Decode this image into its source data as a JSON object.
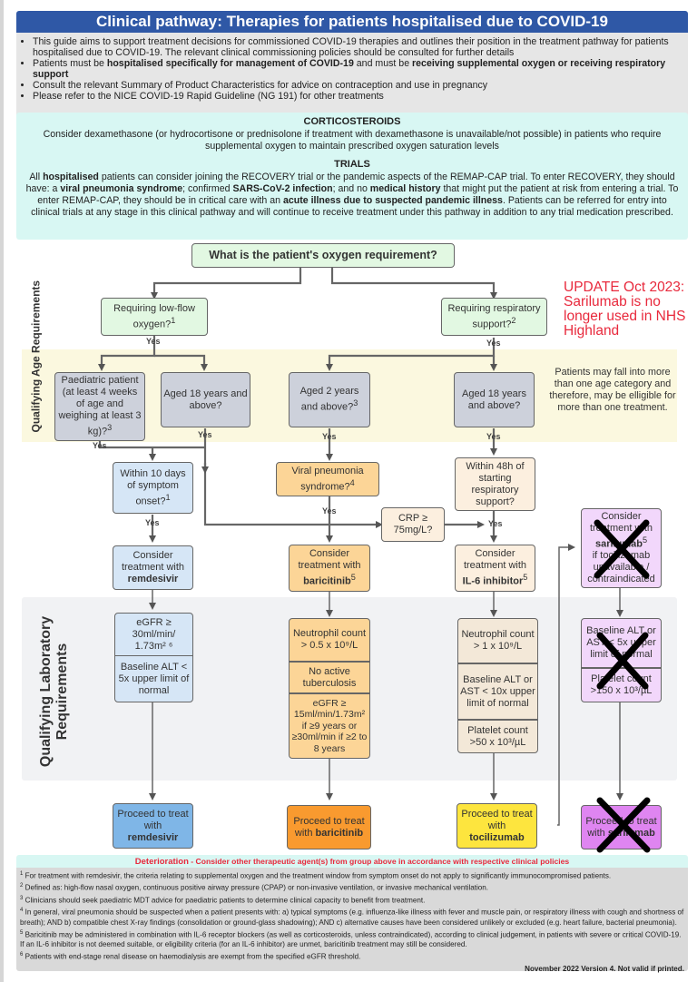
{
  "title": "Clinical pathway: Therapies for patients hospitalised due to COVID-19",
  "intro": {
    "bullets": [
      {
        "parts": [
          {
            "t": "This guide aims to support treatment decisions for commissioned COVID-19 therapies and outlines their position in the treatment pathway for patients hospitalised due to COVID-19. The relevant clinical commissioning policies should be consulted for further details",
            "b": false
          }
        ]
      },
      {
        "parts": [
          {
            "t": "Patients must be ",
            "b": false
          },
          {
            "t": "hospitalised specifically for management of COVID-19",
            "b": true
          },
          {
            "t": " and must be ",
            "b": false
          },
          {
            "t": "receiving supplemental oxygen or receiving respiratory support",
            "b": true
          }
        ]
      },
      {
        "parts": [
          {
            "t": "Consult the relevant Summary of Product Characteristics for advice on contraception and use in pregnancy",
            "b": false
          }
        ]
      },
      {
        "parts": [
          {
            "t": "Please refer to the NICE COVID-19 Rapid Guideline (NG 191) for other treatments",
            "b": false
          }
        ]
      }
    ]
  },
  "corticosteroids": {
    "heading": "CORTICOSTEROIDS",
    "text": "Consider dexamethasone (or hydrocortisone or prednisolone if treatment with dexamethasone is unavailable/not possible) in patients who require supplemental oxygen to maintain prescribed oxygen saturation levels"
  },
  "trials": {
    "heading": "TRIALS",
    "parts": [
      {
        "t": "All ",
        "b": false
      },
      {
        "t": "hospitalised",
        "b": true
      },
      {
        "t": " patients can consider joining the RECOVERY trial or the pandemic aspects of the REMAP-CAP trial. To enter RECOVERY, they should have: a ",
        "b": false
      },
      {
        "t": "viral pneumonia syndrome",
        "b": true
      },
      {
        "t": "; confirmed ",
        "b": false
      },
      {
        "t": "SARS-CoV-2 infection",
        "b": true
      },
      {
        "t": "; and no ",
        "b": false
      },
      {
        "t": "medical history",
        "b": true
      },
      {
        "t": " that might put the patient at risk from entering a trial. To enter REMAP-CAP, they should be in critical care with an ",
        "b": false
      },
      {
        "t": "acute illness due to suspected pandemic illness",
        "b": true
      },
      {
        "t": ". Patients can be referred for entry into clinical trials at any stage in this clinical pathway and will continue to receive treatment under this pathway in addition to any trial medication prescribed.",
        "b": false
      }
    ]
  },
  "question": "What is the patient's oxygen requirement?",
  "update_note": "UPDATE Oct 2023: Sarilumab is no longer used in NHS Highland",
  "branch_low_flow": {
    "text": "Requiring low-flow oxygen?",
    "sup": "1"
  },
  "branch_resp": {
    "text": "Requiring respiratory support?",
    "sup": "2"
  },
  "yes_label": "Yes",
  "age_band_label": "Qualifying Age Requirements",
  "lab_band_label": "Qualifying Laboratory Requirements",
  "age_note": "Patients may fall into more than one age category and therefore, may be elligible for more than one treatment.",
  "age_nodes": {
    "paediatric": {
      "text": "Paediatric patient (at least 4 weeks of age and weighing at least 3 kg)?",
      "sup": "3"
    },
    "adult_left": {
      "text": "Aged 18 years and above?",
      "sup": ""
    },
    "aged2": {
      "text": "Aged 2 years and above?",
      "sup": "3"
    },
    "adult_right": {
      "text": "Aged 18 years and above?",
      "sup": ""
    }
  },
  "criteria": {
    "symptom_onset": {
      "text": "Within 10 days of symptom onset?",
      "sup": "1"
    },
    "viral_pneumonia": {
      "text": "Viral pneumonia syndrome?",
      "sup": "4"
    },
    "within_48h": {
      "text": "Within 48h of starting respiratory support?",
      "sup": ""
    },
    "crp": {
      "text": "CRP ≥ 75mg/L?",
      "sup": ""
    }
  },
  "consider": {
    "remdesivir": {
      "pre": "Consider treatment with",
      "drug": "remdesivir",
      "sup": ""
    },
    "baricitinib": {
      "pre": "Consider treatment with",
      "drug": "baricitinib",
      "sup": "5"
    },
    "il6": {
      "pre": "Consider treatment with",
      "drug": "IL-6 inhibitor",
      "sup": "5"
    },
    "sarilumab": {
      "pre": "Consider treatment with",
      "drug": "sarilumab",
      "sup": "5",
      "post": "if tocilizumab unavailable / contraindicated",
      "crossed": true
    }
  },
  "labs": {
    "remdesivir": [
      "eGFR ≥ 30ml/min/ 1.73m² ⁶",
      "Baseline ALT < 5x upper limit of normal"
    ],
    "baricitinib": [
      "Neutrophil count > 0.5 x 10⁹/L",
      "No active tuberculosis",
      "eGFR ≥ 15ml/min/1.73m² if ≥9 years or ≥30ml/min if ≥2 to 8 years"
    ],
    "tocilizumab": [
      "Neutrophil count > 1 x 10⁹/L",
      "Baseline ALT or AST < 10x upper limit of normal",
      "Platelet count >50 x 10³/µL"
    ],
    "sarilumab": [
      "Baseline ALT or AST < 5x upper limit of normal",
      "Platelet count >150 x 10³/µL"
    ]
  },
  "proceed": {
    "remdesivir": {
      "pre": "Proceed to treat with",
      "drug": "remdesivir"
    },
    "baricitinib": {
      "pre": "Proceed to treat with",
      "drug": "baricitinib"
    },
    "tocilizumab": {
      "pre": "Proceed to treat with",
      "drug": "tocilizumab"
    },
    "sarilumab": {
      "pre": "Proceed to treat with",
      "drug": "sarilumab",
      "crossed": true
    }
  },
  "deterioration": {
    "label": "Deterioration",
    "text": " - Consider other therapeutic agent(s) from group above in accordance with respective clinical policies"
  },
  "footnotes": [
    {
      "n": "1",
      "text": "For treatment with remdesivir, the criteria relating to supplemental oxygen and the treatment window from symptom onset do not apply to significantly immunocompromised patients."
    },
    {
      "n": "2",
      "text": "Defined as: high-flow nasal oxygen, continuous positive airway pressure (CPAP) or non-invasive ventilation, or invasive mechanical ventilation."
    },
    {
      "n": "3",
      "text": "Clinicians should seek paediatric MDT advice for paediatric patients to determine clinical capacity to benefit from treatment."
    },
    {
      "n": "4",
      "text": "In general, viral pneumonia should be suspected when a patient presents with: a) typical symptoms (e.g. influenza-like illness with fever and muscle pain, or respiratory illness with cough and shortness of breath); AND b) compatible chest X-ray findings (consolidation or ground-glass shadowing); AND c) alternative causes have been considered unlikely or excluded (e.g. heart failure, bacterial pneumonia)."
    },
    {
      "n": "5",
      "text": "Baricitinib may be administered in combination with IL-6 receptor blockers (as well as corticosteroids, unless contraindicated), according to clinical judgement, in patients with severe or critical COVID-19. If an IL-6 inhibitor is not deemed suitable, or eligibility criteria (for an IL-6 inhibitor) are unmet, baricitinib treatment may still be considered."
    },
    {
      "n": "6",
      "text": "Patients with end-stage renal disease on haemodialysis are exempt from the specified eGFR threshold."
    }
  ],
  "version": "November 2022 Version 4. Not valid if printed.",
  "colors": {
    "title_bg": "#2f58a6",
    "update_red": "#e8293c",
    "remdesivir": "#7fb6e7",
    "baricitinib": "#f99a2f",
    "tocilizumab": "#fde53e",
    "sarilumab": "#df85f1"
  }
}
